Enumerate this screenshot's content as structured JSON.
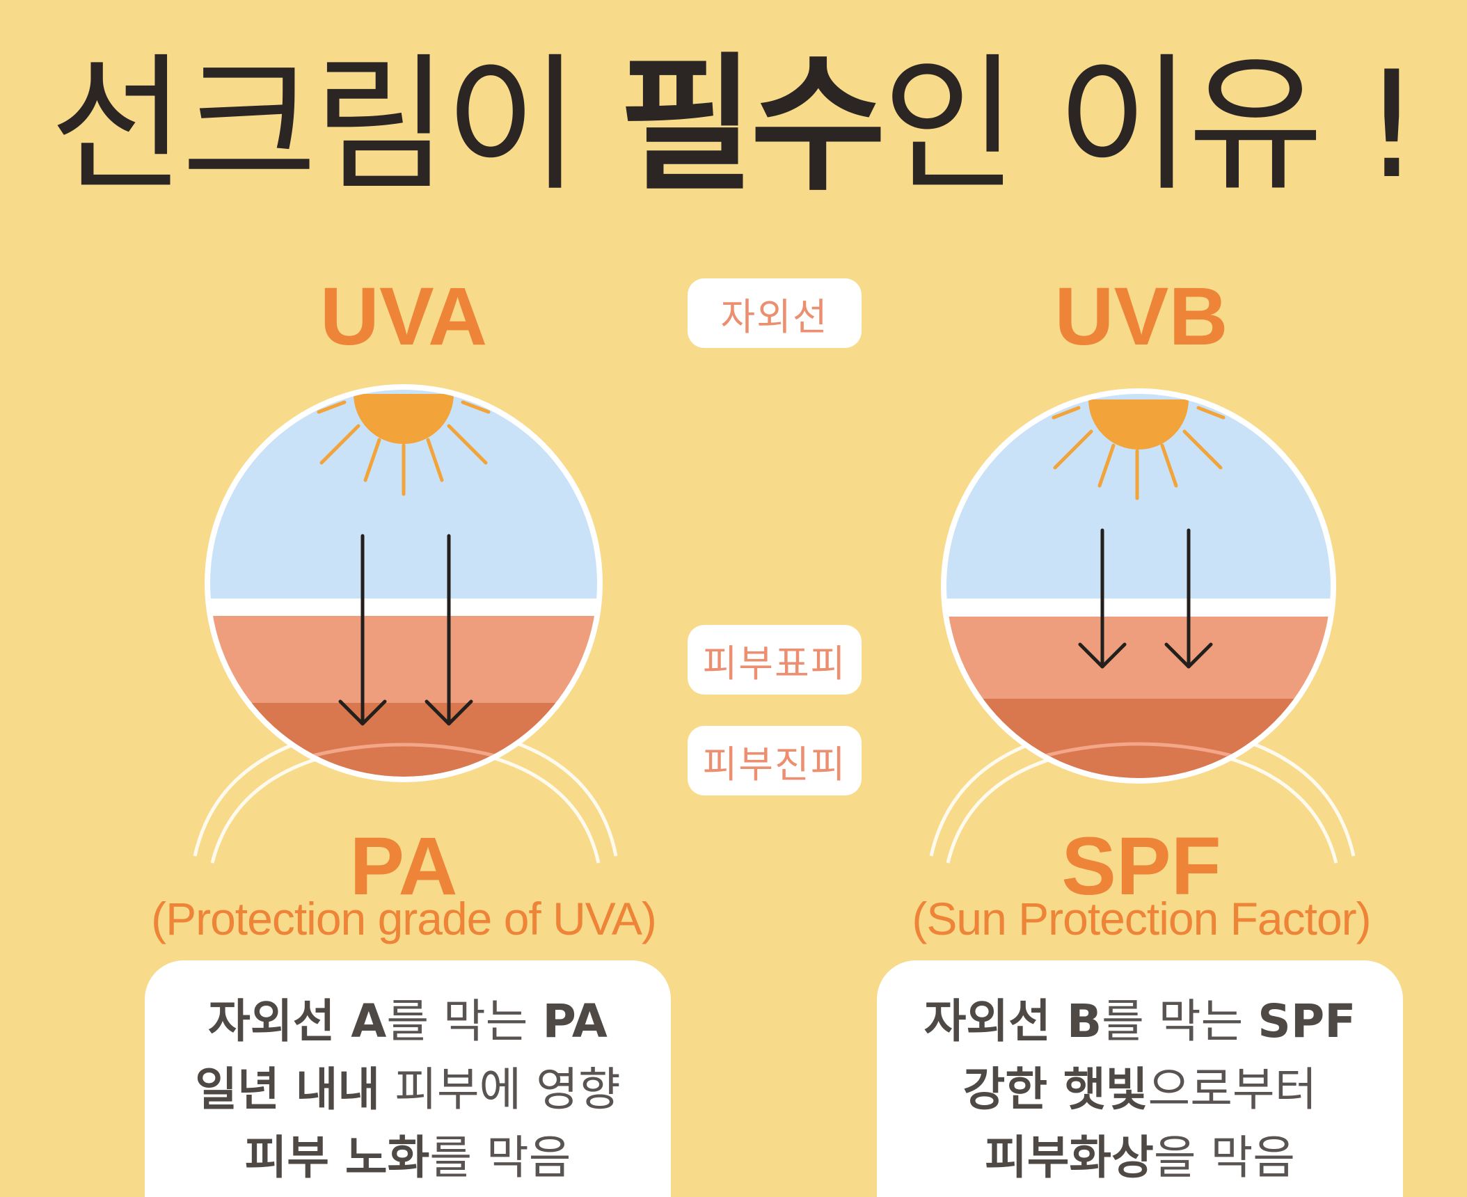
{
  "title": {
    "part1": "선크림이 ",
    "bold": "필수",
    "part2": "인 이유 !"
  },
  "labels": {
    "uv": "자외선",
    "epidermis": "피부표피",
    "dermis": "피부진피"
  },
  "left": {
    "heading": "UVA",
    "index": "PA",
    "subtitle": "(Protection grade of UVA)",
    "card": {
      "line1": {
        "b1": "자외선 A",
        "t1": "를 막는 ",
        "b2": "PA"
      },
      "line2": {
        "b1": "일년 내내",
        "t1": " 피부에 영향"
      },
      "line3": {
        "b1": "피부 노화",
        "t1": "를 막음"
      }
    }
  },
  "right": {
    "heading": "UVB",
    "index": "SPF",
    "subtitle": "(Sun Protection Factor)",
    "card": {
      "line1": {
        "b1": "자외선 B",
        "t1": "를 막는 ",
        "b2": "SPF"
      },
      "line2": {
        "b1": "강한 햇빛",
        "t1": "으로부터"
      },
      "line3": {
        "b1": "피부화상",
        "t1": "을 막음"
      }
    }
  },
  "colors": {
    "background": "#f8da8b",
    "accent": "#ee8438",
    "sky": "#c9e2f7",
    "sun": "#f2a33a",
    "epidermis": "#ee9e7d",
    "dermis": "#d9774e",
    "text_dark": "#2b2623"
  }
}
